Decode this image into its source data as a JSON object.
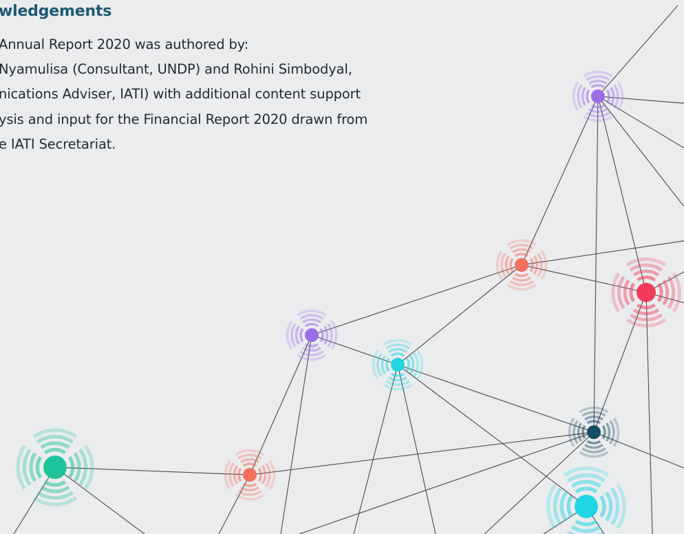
{
  "heading": "wledgements",
  "lines": [
    "Annual Report 2020 was authored by:",
    "Nyamulisa (Consultant, UNDP) and Rohini Simbodyal,",
    "nications Adviser, IATI) with additional content support",
    "ysis and input for the Financial Report 2020 drawn from",
    "e IATI Secretariat."
  ],
  "colors": {
    "background": "#ebecee",
    "heading": "#1c5a72",
    "text": "#232a30",
    "edge": "#505050",
    "purple": "#9b6ee8",
    "salmon": "#f2705e",
    "red": "#f03c5a",
    "cyan": "#1fd6e2",
    "navy": "#174d62",
    "green": "#1fc49a"
  }
}
